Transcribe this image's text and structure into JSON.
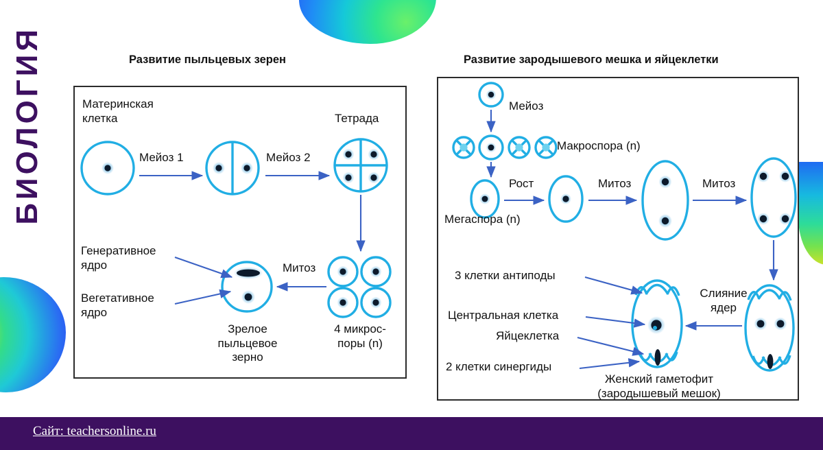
{
  "slide": {
    "vertical_title": "БИОЛОГИЯ",
    "accent_purple": "#3d1060",
    "cell_blue": "#21aee4",
    "arrow_blue": "#3b62c4",
    "nucleus_dark": "#0d1a2b"
  },
  "left_panel": {
    "title": "Развитие пыльцевых зерен",
    "labels": {
      "mother_cell": "Материнская\nклетка",
      "tetrad": "Тетрада",
      "meiosis_1": "Мейоз 1",
      "meiosis_2": "Мейоз 2",
      "mitosis": "Митоз",
      "generative_nucleus": "Генеративное\nядро",
      "vegetative_nucleus": "Вегетативное\nядро",
      "mature_pollen_grain": "Зрелое\nпыльцевое\nзерно",
      "four_microspores": "4 микрос-\nпоры (n)"
    }
  },
  "right_panel": {
    "title": "Развитие зародышевого мешка и яйцеклетки",
    "labels": {
      "meiosis": "Мейоз",
      "macrospore": "Макроспора (n)",
      "megaspore": "Мегаспора (n)",
      "growth": "Рост",
      "mitosis_1": "Митоз",
      "mitosis_2": "Митоз",
      "three_antipodes": "3 клетки антиподы",
      "central_cell": "Центральная клетка",
      "egg_cell": "Яйцеклетка",
      "two_synergids": "2 клетки синергиды",
      "nuclei_fusion": "Слияние\nядер",
      "female_gametophyte": "Женский гаметофит\n(зародышевый мешок)"
    }
  },
  "footer": {
    "link_text": "Сайт: teachersonline.ru"
  }
}
